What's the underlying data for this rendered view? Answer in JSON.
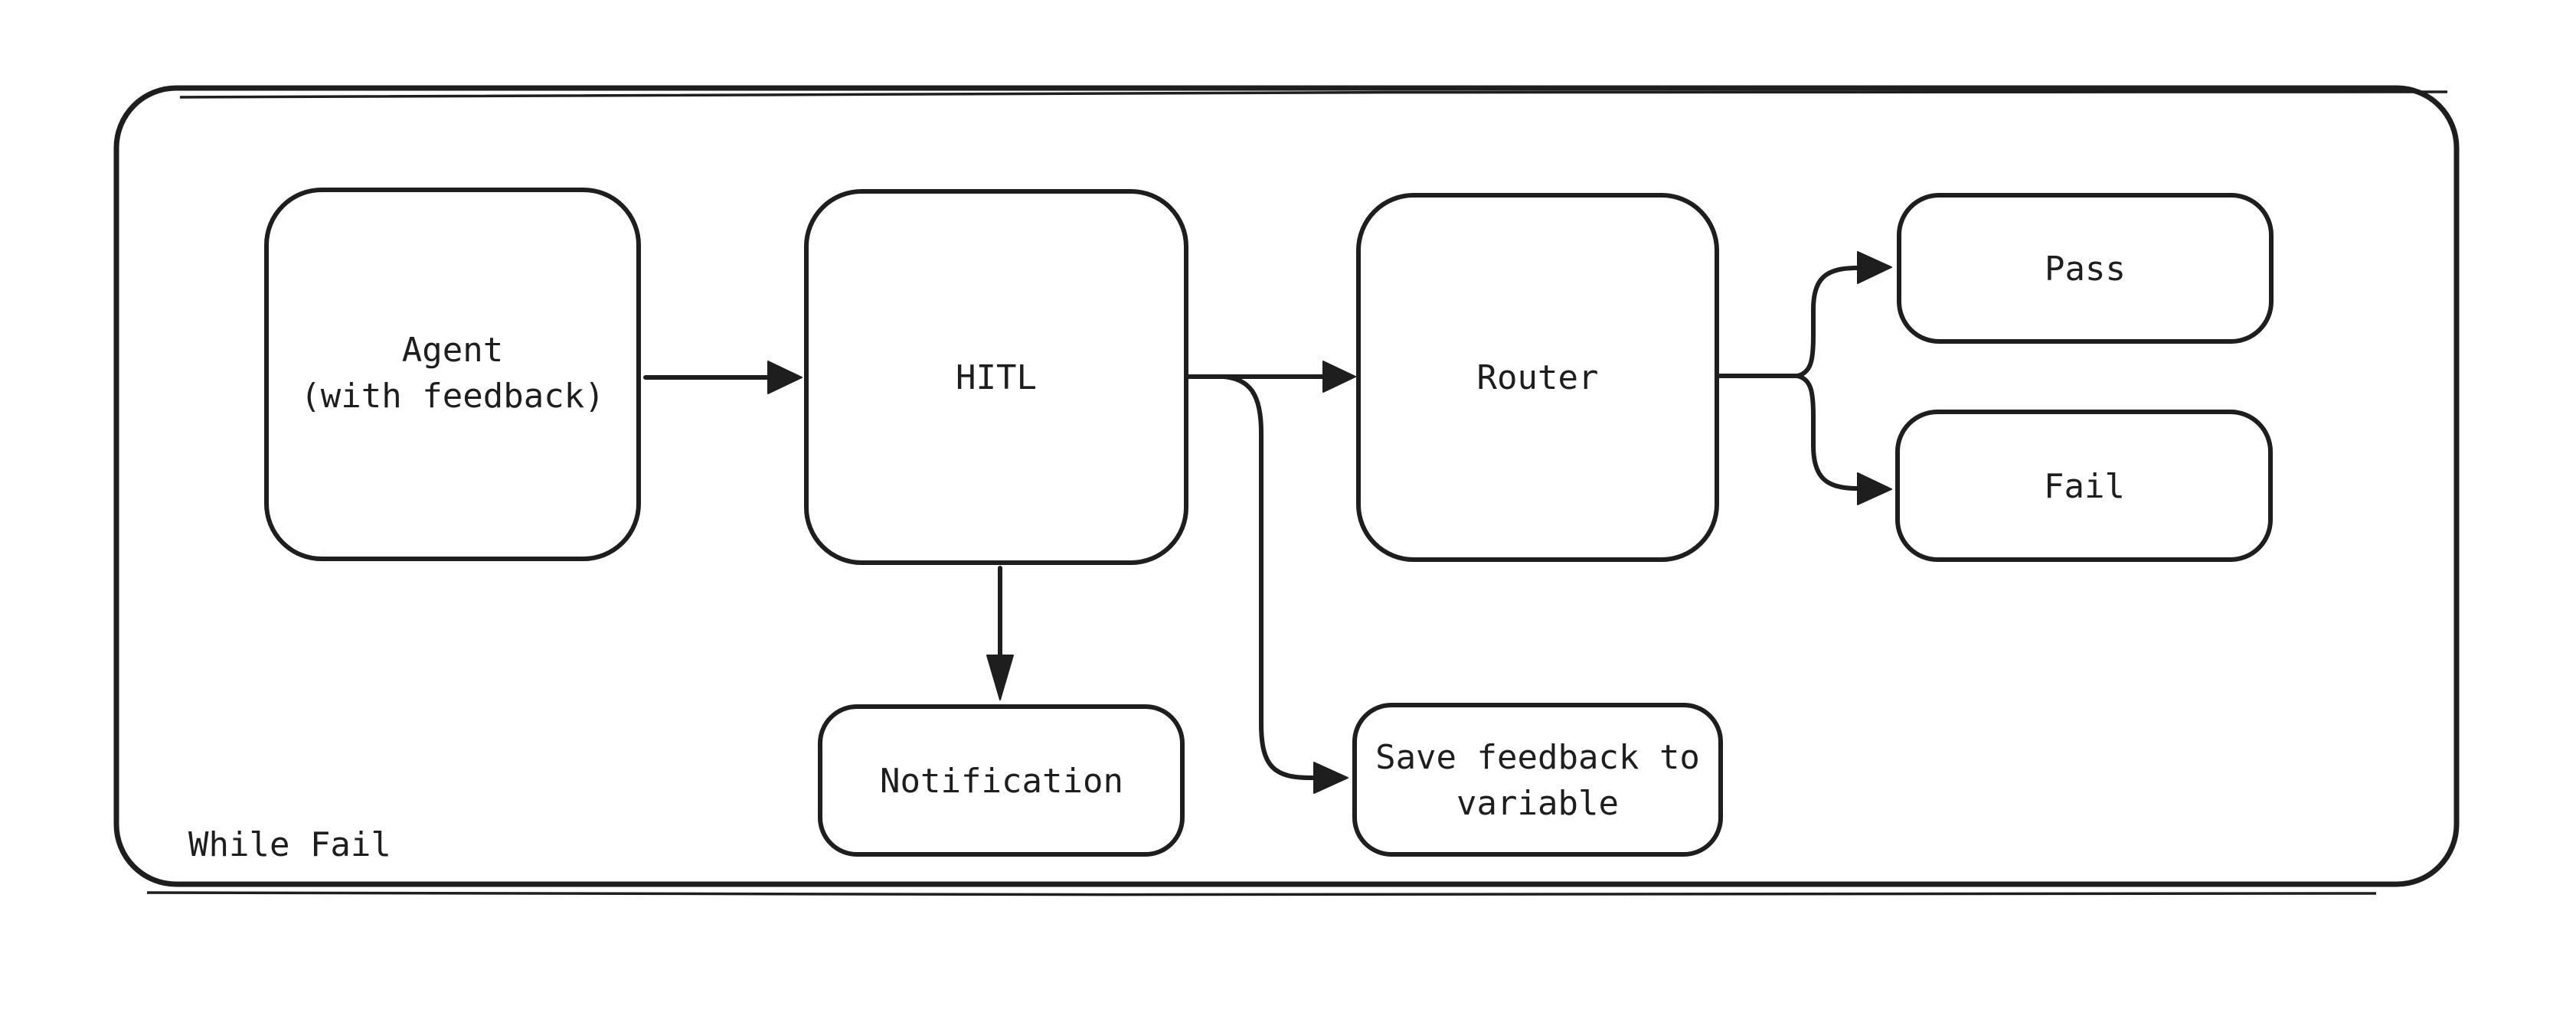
{
  "diagram": {
    "type": "flowchart",
    "style": "hand-drawn",
    "colors": {
      "background": "#ffffff",
      "stroke": "#1e1e1e"
    },
    "container": {
      "label": "While Fail"
    },
    "nodes": {
      "agent": {
        "label_line1": "Agent",
        "label_line2": "(with feedback)"
      },
      "hitl": {
        "label": "HITL"
      },
      "router": {
        "label": "Router"
      },
      "pass": {
        "label": "Pass"
      },
      "fail": {
        "label": "Fail"
      },
      "notification": {
        "label": "Notification"
      },
      "save_feedback": {
        "label_line1": "Save feedback to",
        "label_line2": "variable"
      }
    },
    "edges": [
      {
        "from": "Agent (with feedback)",
        "to": "HITL"
      },
      {
        "from": "HITL",
        "to": "Router"
      },
      {
        "from": "HITL",
        "to": "Notification"
      },
      {
        "from": "HITL",
        "to": "Save feedback to variable"
      },
      {
        "from": "Router",
        "to": "Pass"
      },
      {
        "from": "Router",
        "to": "Fail"
      }
    ]
  }
}
